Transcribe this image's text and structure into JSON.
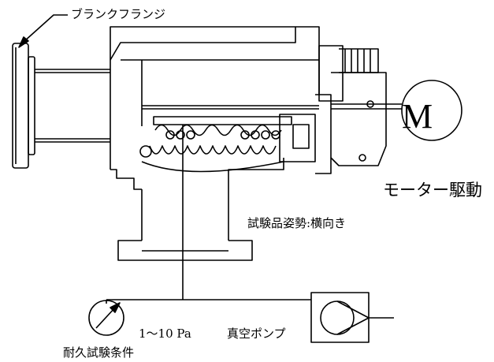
{
  "labels": {
    "blank_flange": "ブランクフランジ",
    "motor_symbol": "M",
    "motor_drive": "モーター駆動",
    "test_posture": "試験品姿勢:横向き",
    "pressure_range": "1〜10 Pa",
    "vacuum_pump": "真空ポンプ",
    "endurance_conditions": "耐久試験条件"
  }
}
